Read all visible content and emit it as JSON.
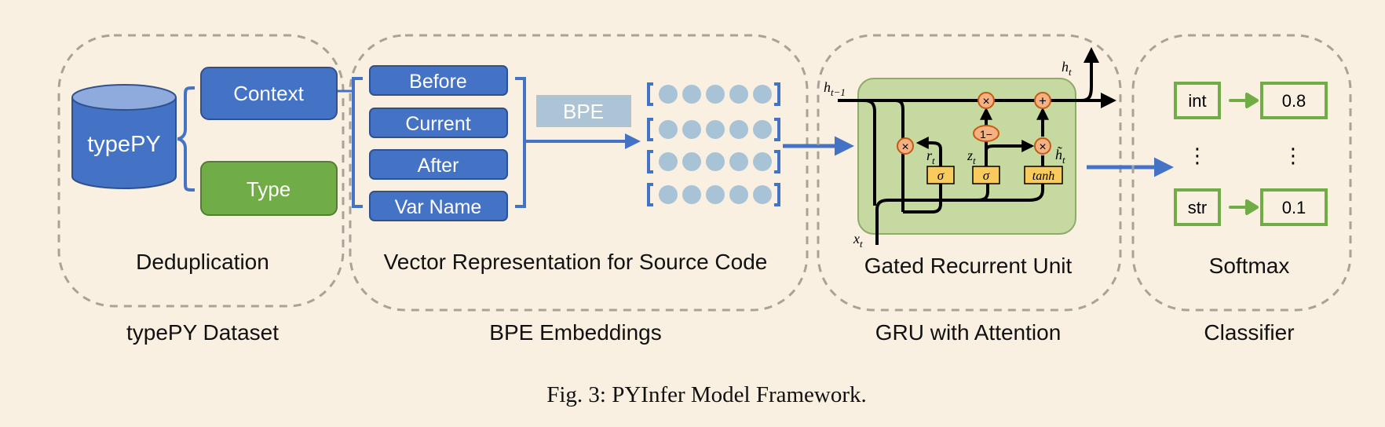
{
  "caption": "Fig. 3: PYInfer Model Framework.",
  "panels": {
    "dataset": {
      "inner_label": "Deduplication",
      "outer_label": "typePY Dataset"
    },
    "embeddings": {
      "inner_label": "Vector Representation for Source Code",
      "outer_label": "BPE Embeddings"
    },
    "gru": {
      "inner_label": "Gated Recurrent Unit",
      "outer_label": "GRU with Attention"
    },
    "classifier": {
      "inner_label": "Softmax",
      "outer_label": "Classifier"
    }
  },
  "dataset": {
    "db_label": "typePY",
    "context_label": "Context",
    "type_label": "Type"
  },
  "embeddings": {
    "inputs": [
      "Before",
      "Current",
      "After",
      "Var Name"
    ],
    "bpe_label": "BPE"
  },
  "gru": {
    "h_prev": "h",
    "h_prev_sub": "t−1",
    "h_out": "h",
    "h_out_sub": "t",
    "x_in": "x",
    "x_in_sub": "t",
    "r_gate": "r",
    "r_sub": "t",
    "z_gate": "z",
    "z_sub": "t",
    "h_tilde": "h̃",
    "h_tilde_sub": "t",
    "sigma1": "σ",
    "sigma2": "σ",
    "tanh": "tanh",
    "mult": "×",
    "plus": "+",
    "one_minus": "1−"
  },
  "classifier": {
    "rows": [
      {
        "type": "int",
        "prob": "0.8"
      },
      {
        "type": "str",
        "prob": "0.1"
      }
    ],
    "ellipsis": "⋮"
  },
  "colors": {
    "blue": "#4472c4",
    "blue_dark": "#2f528f",
    "green": "#70ad47",
    "green_dark": "#507e32",
    "bpe_gray": "#adc4d6",
    "dot": "#a8c3d6",
    "gru_bg": "#c5d9a0",
    "gate": "#f8cb5c",
    "op": "#f4b183",
    "dash": "#a8a398",
    "background": "#faf0e2"
  }
}
